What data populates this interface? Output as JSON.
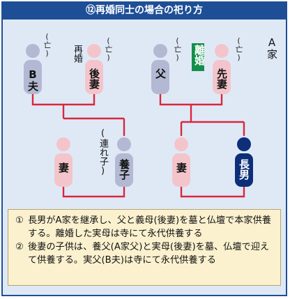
{
  "title": "⑫再婚同士の場合の祀り方",
  "family_labels": {
    "a_house": "A家"
  },
  "annotations": {
    "remarried": "再婚",
    "divorced": "離婚",
    "stepchild": "(連れ子)",
    "deceased": "(亡)"
  },
  "people": {
    "b_husband": "B夫",
    "second_wife": "後妻",
    "father": "父",
    "first_wife": "先妻",
    "wife_left": "妻",
    "adopted_son": "養子",
    "wife_right": "妻",
    "eldest_son": "長男"
  },
  "notes": [
    {
      "num": "①",
      "text": "長男がA家を継承し、父と義母(後妻)を墓と仏壇で本家供養する。離婚した実母は寺にて永代供養する"
    },
    {
      "num": "②",
      "text": "後妻の子供は、養父(A家父)と実母(後妻)を墓、仏壇で迎えて供養する。実父(B夫)は寺にて永代供養する"
    }
  ],
  "colors": {
    "frame": "#1e4f96",
    "background": "#dfe9f6",
    "male_deceased": "#b3b9d2",
    "female_deceased": "#f3c5cb",
    "eldest_son": "#0d2f78",
    "connector": "#d8283c",
    "divorce_badge": "#138f4b",
    "note_bg": "#fbf1cf"
  }
}
